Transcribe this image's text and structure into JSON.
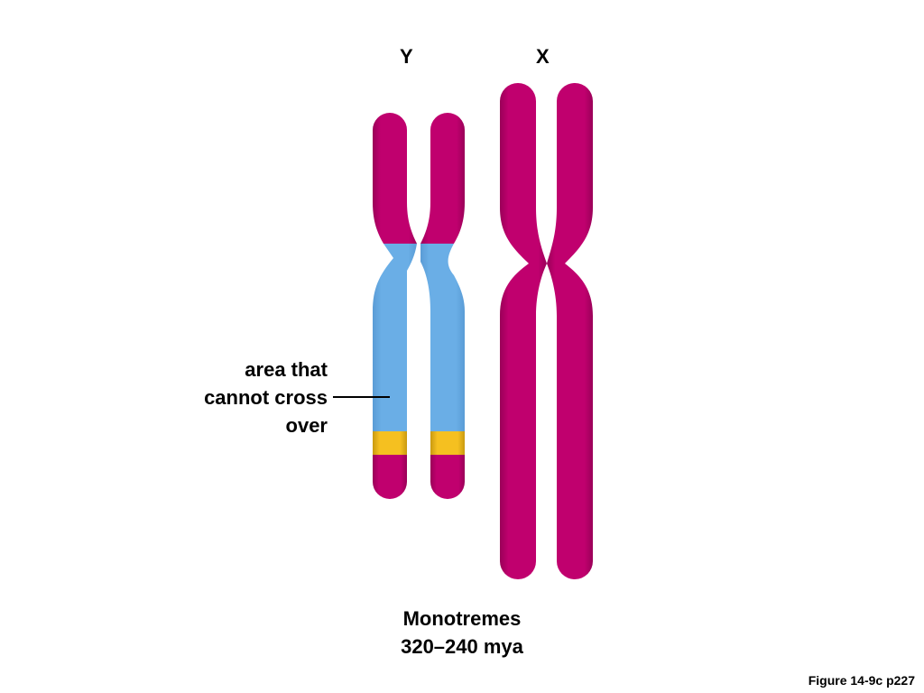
{
  "chromosome_labels": {
    "y": "Y",
    "x": "X"
  },
  "annotation": {
    "line1": "area that",
    "line2": "cannot cross",
    "line3": "over"
  },
  "caption": {
    "line1": "Monotremes",
    "line2": "320–240 mya"
  },
  "figure_reference": "Figure 14-9c p227",
  "colors": {
    "chromosome_magenta": "#c0006e",
    "non_crossover_blue": "#6aaee6",
    "band_yellow": "#f5c020",
    "text": "#000000",
    "background": "#ffffff"
  }
}
